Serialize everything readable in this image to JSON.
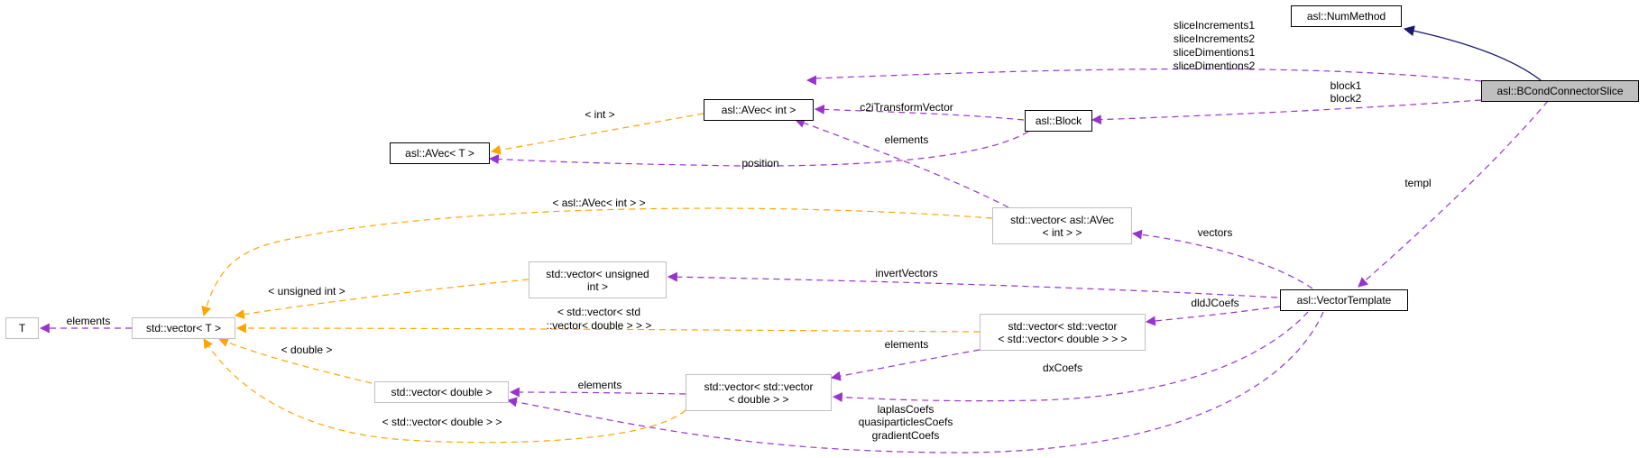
{
  "colors": {
    "inheritance": "#191970",
    "usage": "#9a32cd",
    "template": "#ffa500",
    "focus_fill": "#bfbfbf",
    "dim_border": "#bfbfbf"
  },
  "nodes": {
    "numMethod": "asl::NumMethod",
    "bcondConnectorSlice": "asl::BCondConnectorSlice",
    "avecInt": "asl::AVec< int >",
    "block": "asl::Block",
    "avecT": "asl::AVec< T >",
    "vectorAvec": "std::vector< asl::AVec\n< int > >",
    "vectorUnsigned": "std::vector< unsigned\nint >",
    "vectorTemplate": "asl::VectorTemplate",
    "T": "T",
    "vectorT": "std::vector< T >",
    "vectorVectorVector": "std::vector< std::vector\n< std::vector< double > > >",
    "vectorDouble": "std::vector< double >",
    "vectorVectorDouble": "std::vector< std::vector\n< double > >"
  },
  "edge_labels": {
    "sliceFields": [
      "sliceIncrements1",
      "sliceIncrements2",
      "sliceDimentions1",
      "sliceDimentions2"
    ],
    "blocks": [
      "block1",
      "block2"
    ],
    "int": "< int >",
    "c2iTransformVector": "c2iTransformVector",
    "elementsAvec": "elements",
    "position": "position",
    "templ": "templ",
    "avecIntT": "< asl::AVec< int > >",
    "vectors": "vectors",
    "unsignedInt": "< unsigned int >",
    "invertVectors": "invertVectors",
    "dldJCoefs": "dldJCoefs",
    "vvd": [
      "< std::vector< std",
      "::vector< double > > >"
    ],
    "elementsT": "elements",
    "elementsVVV": "elements",
    "double": "< double >",
    "dxCoefs": "dxCoefs",
    "elementsVD": "elements",
    "coefs": [
      "laplasCoefs",
      "quasiparticlesCoefs",
      "gradientCoefs"
    ],
    "vectorDoubleT": "< std::vector< double > >"
  }
}
